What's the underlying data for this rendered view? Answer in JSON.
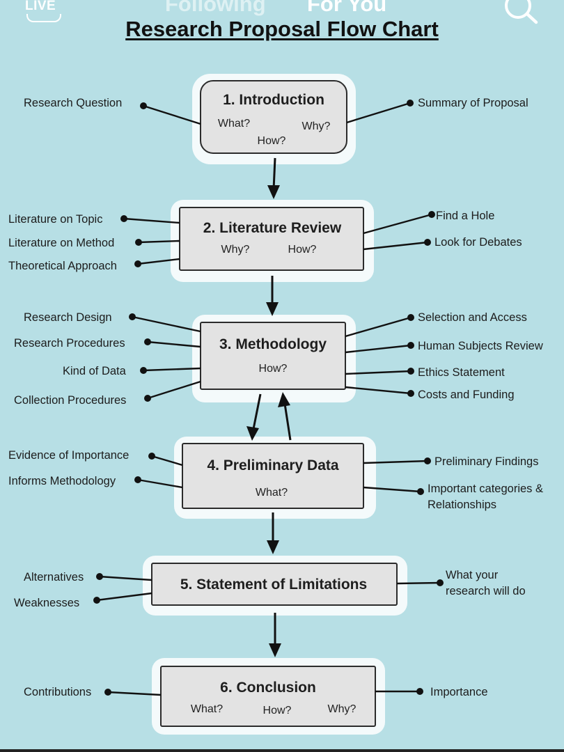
{
  "app_bar": {
    "live_label": "LIVE",
    "tabs": [
      {
        "label": "Following"
      },
      {
        "label": "For You"
      }
    ],
    "search_icon": "search-icon"
  },
  "title": "Research Proposal Flow Chart",
  "boxes": [
    {
      "title": "1. Introduction",
      "questions": [
        "What?",
        "Why?",
        "How?"
      ],
      "left_labels": [
        "Research Question"
      ],
      "right_labels": [
        "Summary of Proposal"
      ]
    },
    {
      "title": "2. Literature Review",
      "questions": [
        "Why?",
        "How?"
      ],
      "left_labels": [
        "Literature on Topic",
        "Literature on Method",
        "Theoretical Approach"
      ],
      "right_labels": [
        "Find a Hole",
        "Look for Debates"
      ]
    },
    {
      "title": "3. Methodology",
      "questions": [
        "How?"
      ],
      "left_labels": [
        "Research Design",
        "Research Procedures",
        "Kind of Data",
        "Collection Procedures"
      ],
      "right_labels": [
        "Selection and Access",
        "Human Subjects Review",
        "Ethics Statement",
        "Costs and Funding"
      ]
    },
    {
      "title": "4. Preliminary Data",
      "questions": [
        "What?"
      ],
      "left_labels": [
        "Evidence of Importance",
        "Informs Methodology"
      ],
      "right_labels": [
        "Preliminary Findings",
        "Important categories &",
        "Relationships"
      ]
    },
    {
      "title": "5. Statement of Limitations",
      "questions": [],
      "left_labels": [
        "Alternatives",
        "Weaknesses"
      ],
      "right_labels": [
        "What your",
        "research will do"
      ]
    },
    {
      "title": "6. Conclusion",
      "questions": [
        "What?",
        "How?",
        "Why?"
      ],
      "left_labels": [
        "Contributions"
      ],
      "right_labels": [
        "Importance"
      ]
    }
  ],
  "colors": {
    "background": "#b7dfe5",
    "box_fill": "#e3e3e3",
    "box_glow": "#ffffff",
    "ink": "#111111"
  }
}
